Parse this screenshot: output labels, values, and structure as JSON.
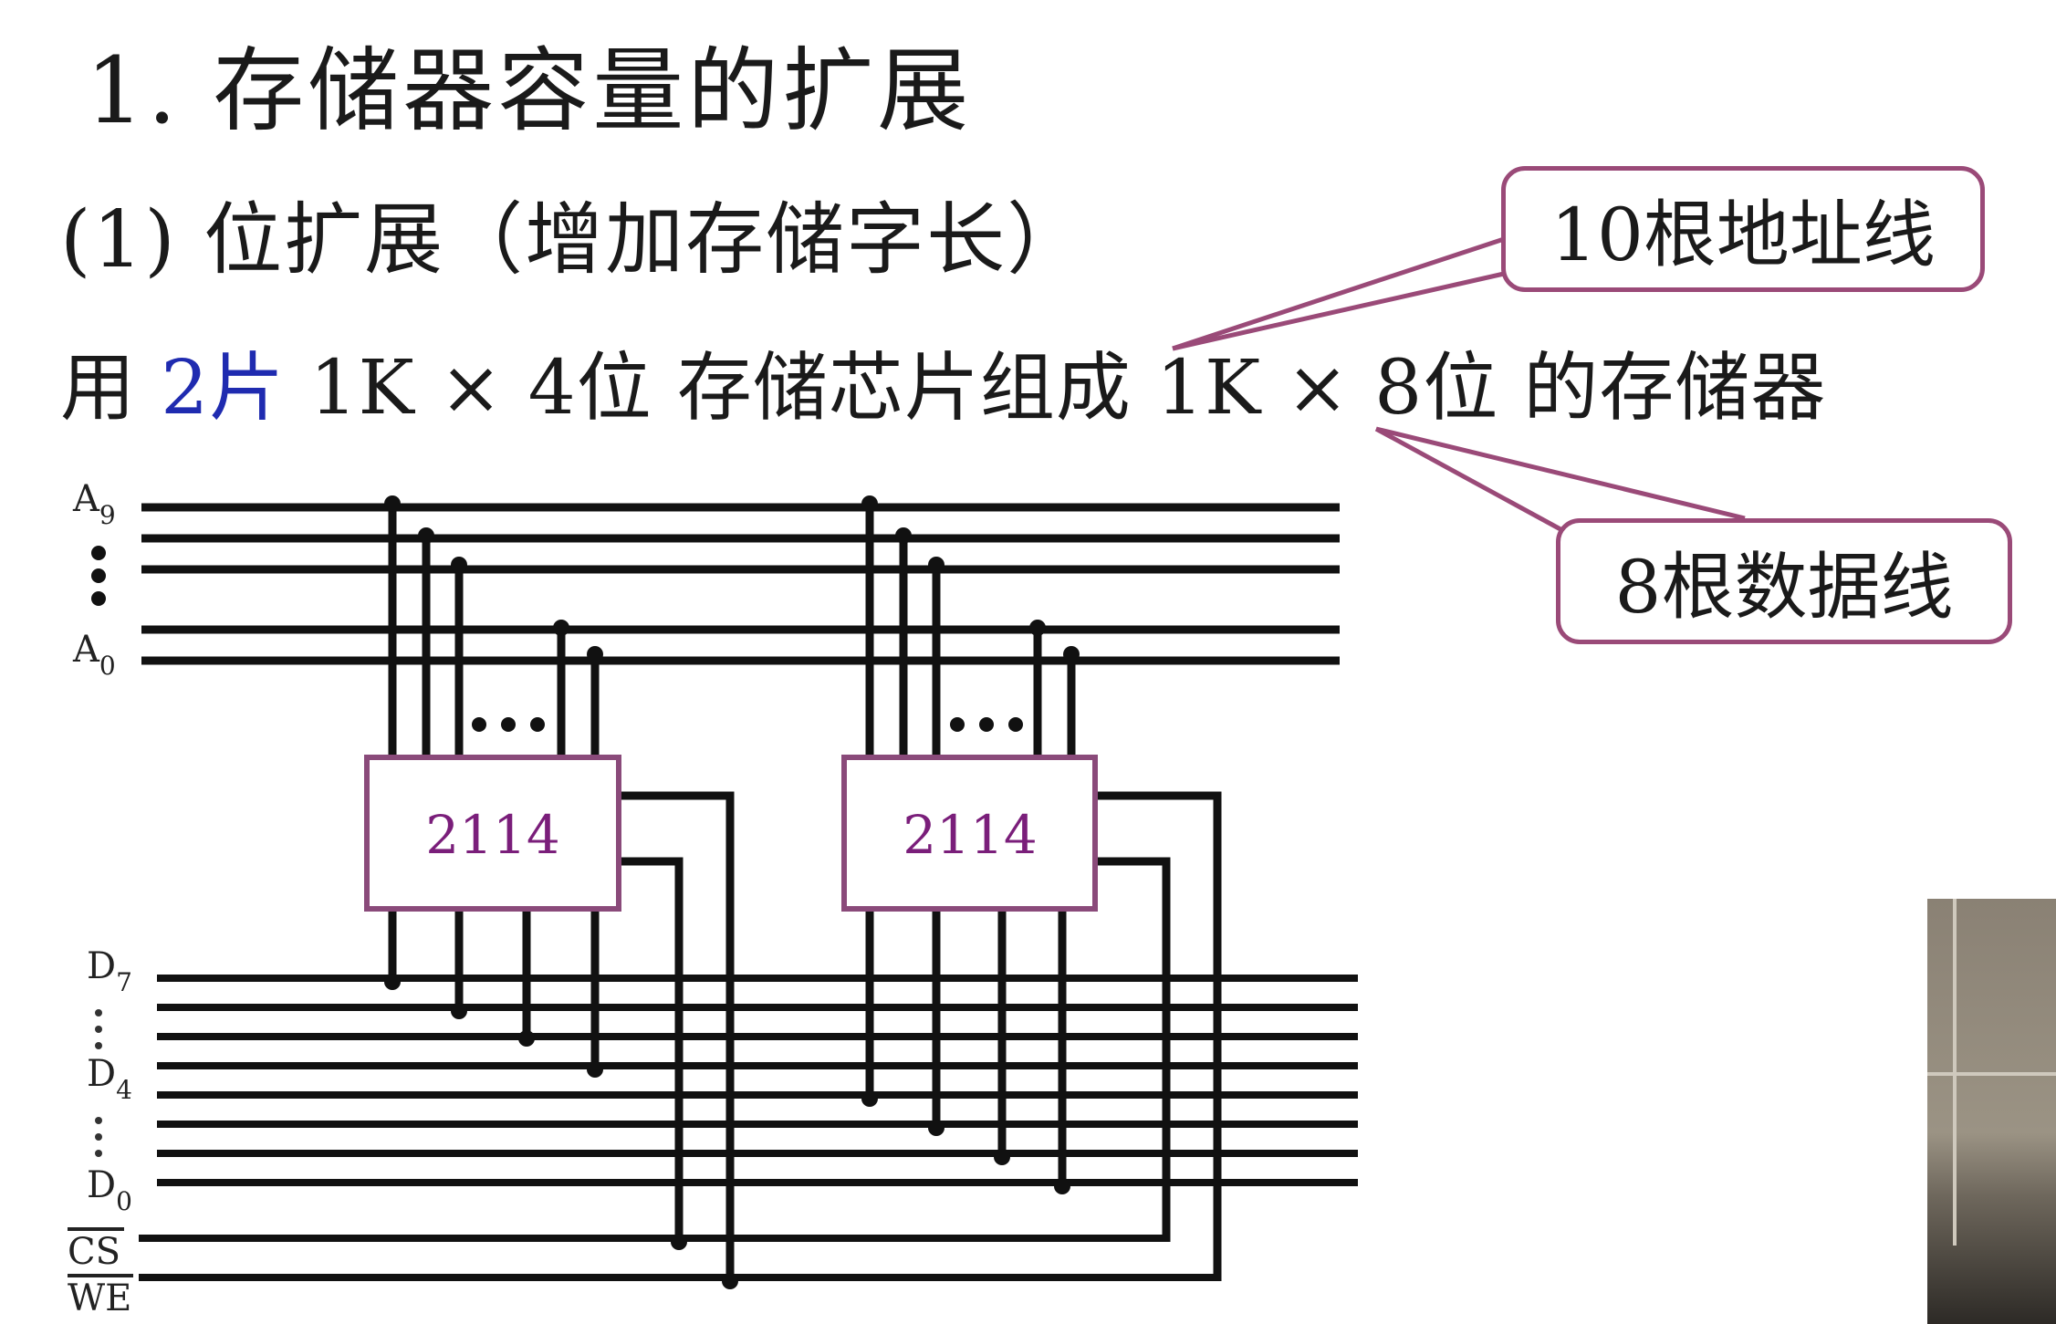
{
  "title": "1. 存储器容量的扩展",
  "subtitle": "(1) 位扩展（增加存储字长）",
  "description": {
    "prefix": "用 ",
    "highlight": "2片",
    "rest": " 1K × 4位 存储芯片组成 1K × 8位 的存储器"
  },
  "callouts": {
    "address": "10根地址线",
    "data": "8根数据线"
  },
  "chips": [
    {
      "label": "2114"
    },
    {
      "label": "2114"
    }
  ],
  "pins": {
    "a9": "A",
    "a9_sub": "9",
    "a0": "A",
    "a0_sub": "0",
    "d7": "D",
    "d7_sub": "7",
    "d4": "D",
    "d4_sub": "4",
    "d0": "D",
    "d0_sub": "0",
    "cs": "CS",
    "we": "WE"
  },
  "colors": {
    "highlight": "#1f2bb0",
    "callout_border": "#9a4a78",
    "chip_border": "#8a4a7a",
    "chip_text": "#7a1e7a"
  }
}
